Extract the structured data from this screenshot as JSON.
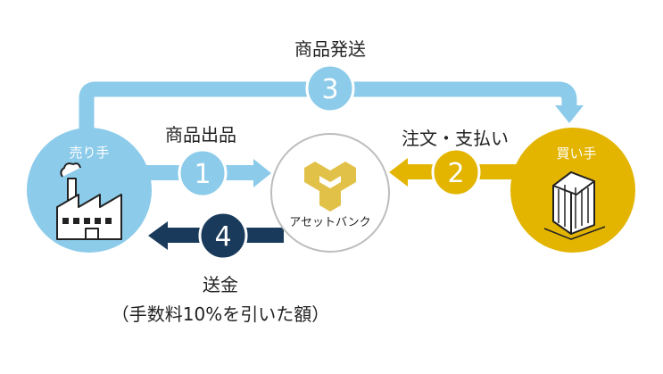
{
  "labels": {
    "ship": "商品発送",
    "list": "商品出品",
    "order": "注文・支払い",
    "remit": "送金",
    "remit_note": "（手数料10%を引いた額）"
  },
  "nodes": {
    "seller": "売り手",
    "buyer": "買い手",
    "platform": "アセットバンク"
  },
  "steps": {
    "one": "1",
    "two": "2",
    "three": "3",
    "four": "4"
  },
  "colors": {
    "light_blue": "#8ccbea",
    "navy": "#1a3a5c",
    "gold": "#e3b400",
    "logo_gold": "#e2c148"
  },
  "icons": {
    "seller": "factory-icon",
    "buyer": "office-building-icon",
    "platform": "asset-bank-logo-icon"
  }
}
